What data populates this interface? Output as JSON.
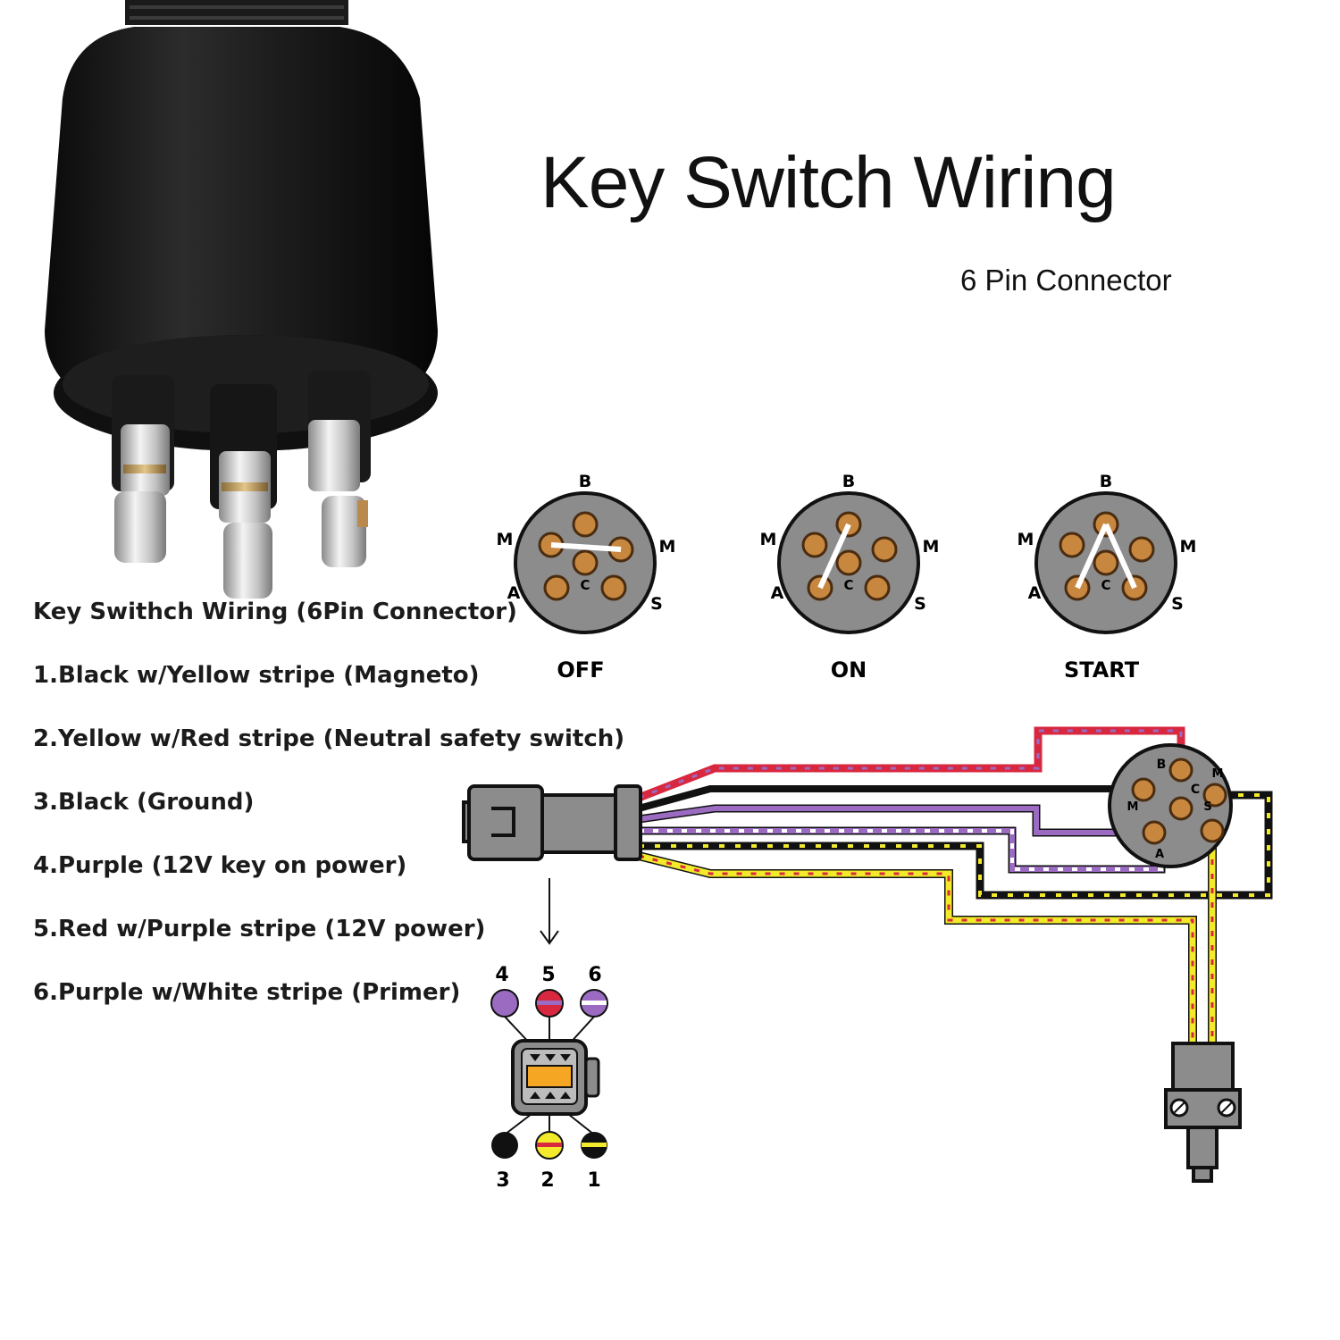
{
  "header": {
    "title": "Key Switch Wiring",
    "subtitle": "6 Pin Connector"
  },
  "legend": {
    "heading": "Key Swithch Wiring (6Pin Connector)",
    "items": [
      "1.Black w/Yellow stripe (Magneto)",
      "2.Yellow w/Red stripe (Neutral safety switch)",
      "3.Black (Ground)",
      "4.Purple (12V key on power)",
      "5.Red w/Purple stripe (12V power)",
      "6.Purple w/White stripe (Primer)"
    ]
  },
  "switch_positions": [
    {
      "label": "OFF",
      "pins": {
        "top": "B",
        "left": "M",
        "right": "M",
        "bottom_left": "A",
        "bottom_right": "S",
        "center": "C"
      }
    },
    {
      "label": "ON",
      "pins": {
        "top": "B",
        "left": "M",
        "right": "M",
        "bottom_left": "A",
        "bottom_right": "S",
        "center": "C"
      }
    },
    {
      "label": "START",
      "pins": {
        "top": "B",
        "left": "M",
        "right": "M",
        "bottom_left": "A",
        "bottom_right": "S",
        "center": "C"
      }
    }
  ],
  "harness_pins": {
    "b": "B",
    "c": "C",
    "m1": "M",
    "m2": "M",
    "a": "A",
    "s": "S"
  },
  "plug_pins": {
    "top": [
      "4",
      "5",
      "6"
    ],
    "bottom": [
      "3",
      "2",
      "1"
    ]
  },
  "colors": {
    "black": "#111111",
    "yellow": "#f2ea2b",
    "red": "#d8283f",
    "purple": "#9b6bc2",
    "white": "#ffffff",
    "pin_copper": "#c8873e",
    "housing_gray": "#8c8c8c",
    "plug_orange": "#f5a623"
  }
}
